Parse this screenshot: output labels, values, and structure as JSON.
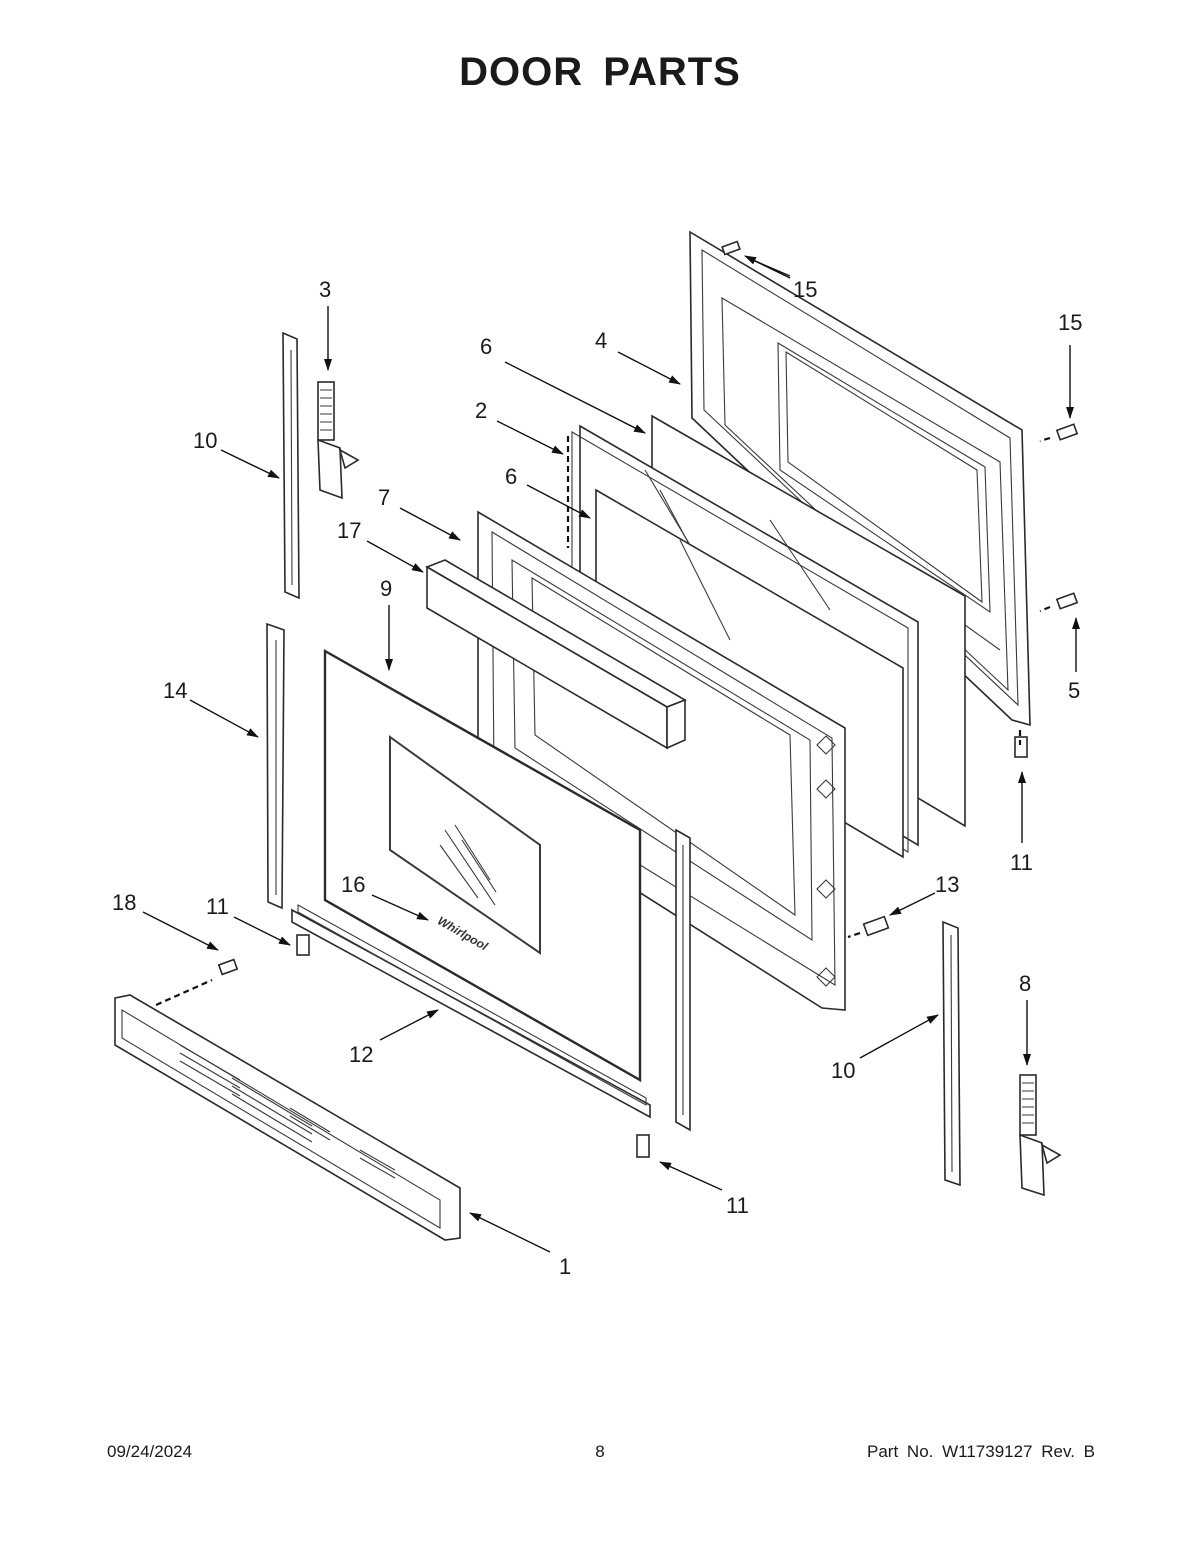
{
  "title": "DOOR PARTS",
  "footer": {
    "date": "09/24/2024",
    "page": "8",
    "part_no": "Part No.  W11739127  Rev.  B"
  },
  "logo_text": "Whirlpool",
  "callouts": [
    {
      "id": "c1",
      "label": "1"
    },
    {
      "id": "c2",
      "label": "2"
    },
    {
      "id": "c3",
      "label": "3"
    },
    {
      "id": "c4",
      "label": "4"
    },
    {
      "id": "c5",
      "label": "5"
    },
    {
      "id": "c6a",
      "label": "6"
    },
    {
      "id": "c6b",
      "label": "6"
    },
    {
      "id": "c7",
      "label": "7"
    },
    {
      "id": "c8",
      "label": "8"
    },
    {
      "id": "c9",
      "label": "9"
    },
    {
      "id": "c10a",
      "label": "10"
    },
    {
      "id": "c10b",
      "label": "10"
    },
    {
      "id": "c11a",
      "label": "11"
    },
    {
      "id": "c11b",
      "label": "11"
    },
    {
      "id": "c11c",
      "label": "11"
    },
    {
      "id": "c12",
      "label": "12"
    },
    {
      "id": "c13",
      "label": "13"
    },
    {
      "id": "c14",
      "label": "14"
    },
    {
      "id": "c15a",
      "label": "15"
    },
    {
      "id": "c15b",
      "label": "15"
    },
    {
      "id": "c16",
      "label": "16"
    },
    {
      "id": "c17",
      "label": "17"
    },
    {
      "id": "c18",
      "label": "18"
    }
  ]
}
